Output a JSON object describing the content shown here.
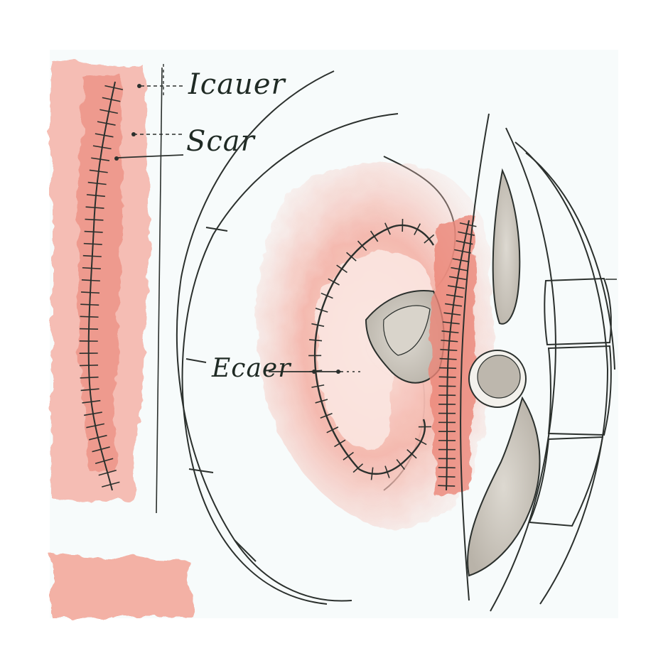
{
  "labels": {
    "top": "Icauer",
    "middle": "Scar",
    "center": "Ecaer"
  },
  "colors": {
    "paper": "#f7fbfb",
    "wash": "#f2a59a",
    "wash_deep": "#e8796b",
    "ink": "#2b302d",
    "grey_tissue": "#c9c4bb"
  }
}
